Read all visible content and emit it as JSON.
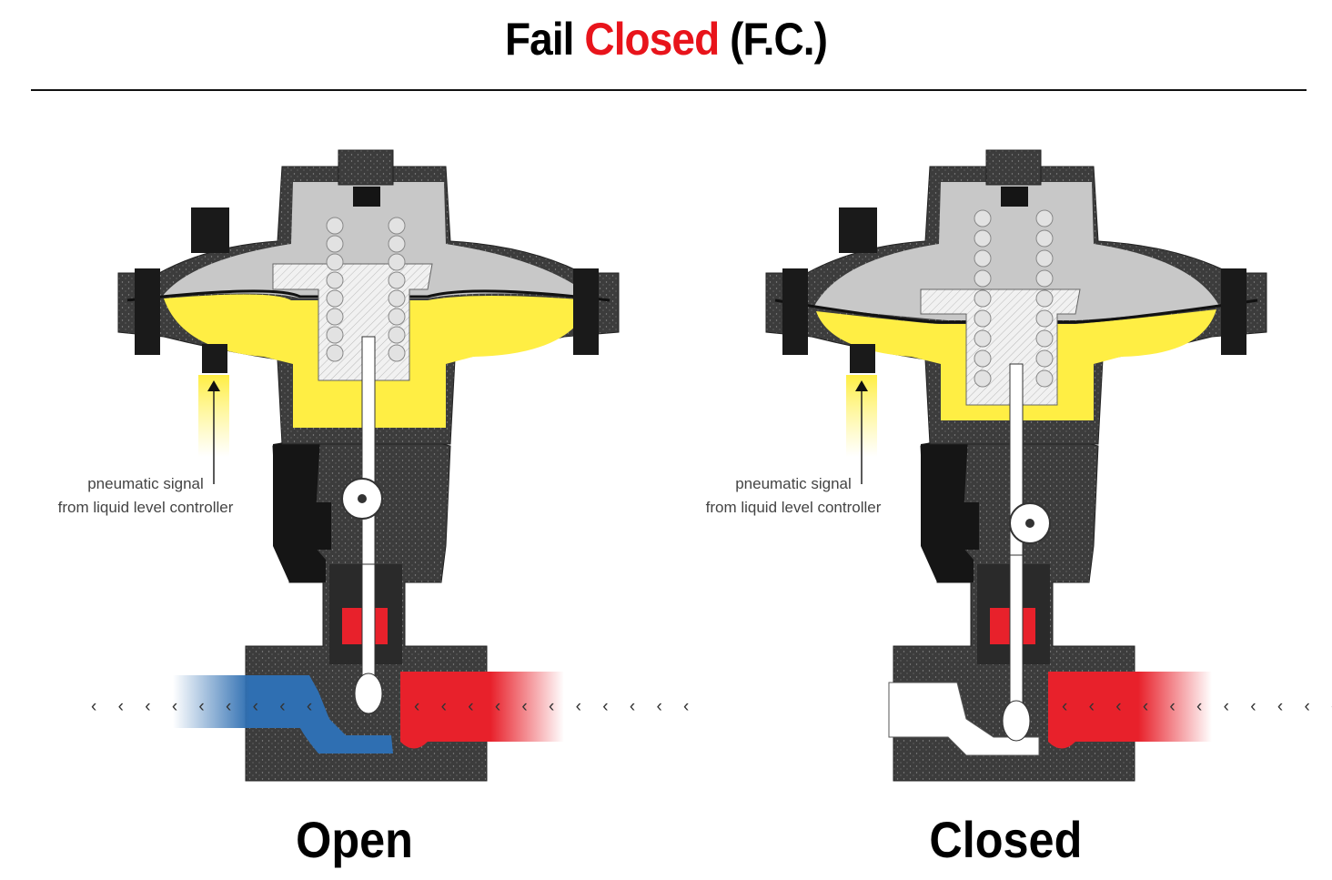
{
  "title": {
    "part1": "Fail ",
    "highlight": "Closed",
    "part2": " (F.C.)"
  },
  "valves": [
    {
      "state_label": "Open",
      "signal_line1": "pneumatic signal",
      "signal_line2": "from liquid level controller"
    },
    {
      "state_label": "Closed",
      "signal_line1": "pneumatic signal",
      "signal_line2": "from liquid level controller"
    }
  ],
  "colors": {
    "accent": "#e8141b",
    "signal": "#ffee44",
    "inlet": "#e8212b",
    "outlet": "#2f6fb2",
    "body": "#3c3c3c",
    "bonnet": "#c8c8c8"
  }
}
